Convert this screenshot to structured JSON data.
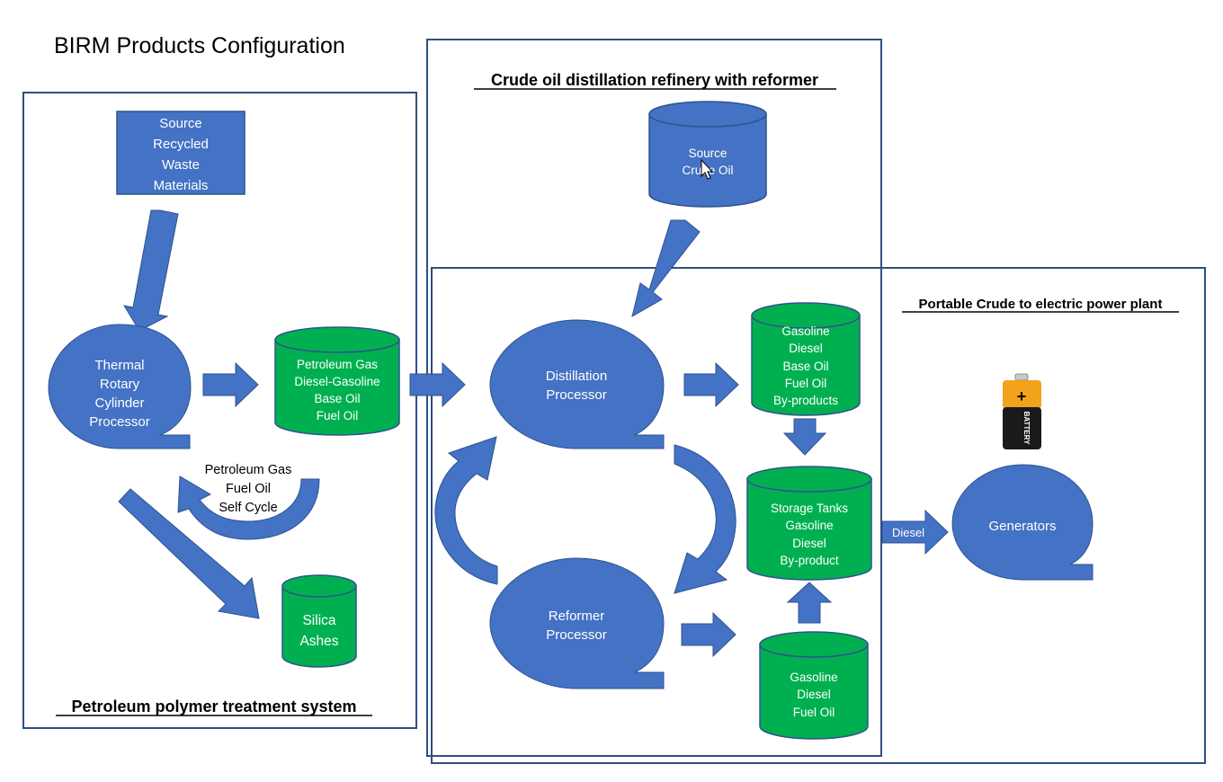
{
  "page_title": "BIRM Products Configuration",
  "sections": {
    "polymer": "Petroleum polymer treatment system",
    "refinery": "Crude oil distillation refinery with reformer",
    "power": "Portable Crude to electric power plant"
  },
  "nodes": {
    "source_recycled": [
      "Source",
      "Recycled",
      "Waste",
      "Materials"
    ],
    "thermal": [
      "Thermal",
      "Rotary",
      "Cylinder",
      "Processor"
    ],
    "petro_products": [
      "Petroleum Gas",
      "Diesel-Gasoline",
      "Base Oil",
      "Fuel Oil"
    ],
    "self_cycle": [
      "Petroleum Gas",
      "Fuel Oil",
      "Self Cycle"
    ],
    "silica": [
      "Silica",
      "Ashes"
    ],
    "source_crude": [
      "Source",
      "Crude Oil"
    ],
    "distillation": [
      "Distillation",
      "Processor"
    ],
    "distill_products": [
      "Gasoline",
      "Diesel",
      "Base Oil",
      "Fuel Oil",
      "By-products"
    ],
    "storage": [
      "Storage Tanks",
      "Gasoline",
      "Diesel",
      "By-product"
    ],
    "reformer": [
      "Reformer",
      "Processor"
    ],
    "reformer_products": [
      "Gasoline",
      "Diesel",
      "Fuel Oil"
    ],
    "generators": [
      "Generators"
    ],
    "diesel_label": "Diesel",
    "battery_sign": "+",
    "battery_text": "BATTERY"
  },
  "colors": {
    "blue": "#4472C4",
    "green": "#00B050",
    "frame": "#2F4F7F",
    "battery_body": "#1a1a1a",
    "battery_cap": "#F2A21B"
  }
}
